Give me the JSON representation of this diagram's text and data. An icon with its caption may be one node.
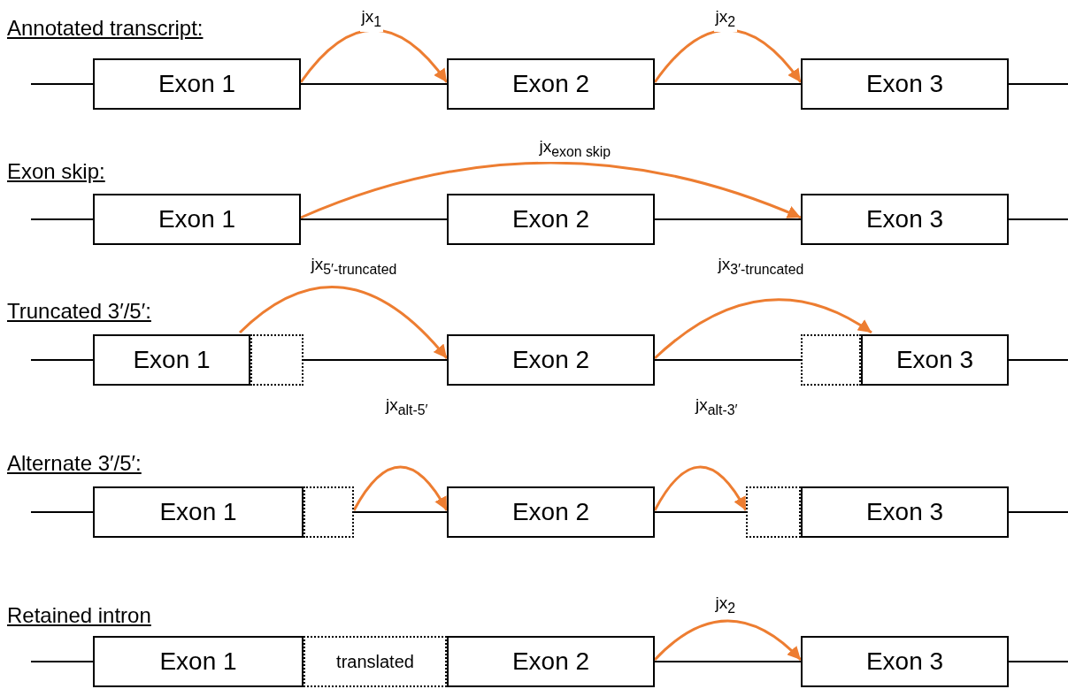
{
  "diagram": {
    "nodes": [
      {
        "text": [
          "Exon 1"
        ]
      },
      {
        "text": [
          "Exon 2"
        ]
      },
      {
        "text": [
          "Exon 3"
        ]
      },
      {
        "text": [
          "Exon 1"
        ]
      },
      {
        "text": [
          "Exon 2"
        ]
      },
      {
        "text": [
          "Exon 3"
        ]
      },
      {
        "text": [
          "Exon 1"
        ]
      },
      {
        "text": [],
        "shape": "box"
      },
      {
        "text": [
          "Exon 2"
        ]
      },
      {
        "text": [],
        "shape": "box"
      },
      {
        "text": [
          "Exon 3"
        ]
      },
      {
        "text": [
          "Exon 1"
        ]
      },
      {
        "text": [],
        "shape": "box"
      },
      {
        "text": [
          "Exon 2"
        ]
      },
      {
        "text": [],
        "shape": "box"
      },
      {
        "text": [
          "Exon 3"
        ]
      },
      {
        "text": [
          "Exon 1"
        ]
      },
      {
        "text": [
          "translated"
        ]
      },
      {
        "text": [
          "Exon 2"
        ]
      },
      {
        "text": [
          "Exon 3"
        ]
      }
    ],
    "edges": [
      {
        "from": null,
        "to": 0,
        "arrow": "none"
      },
      {
        "from": 0,
        "to": 1,
        "arrow": "none"
      },
      {
        "from": 1,
        "to": 2,
        "arrow": "none"
      },
      {
        "from": 2,
        "to": null,
        "arrow": "none"
      },
      {
        "from": 0,
        "to": 1,
        "arrow": "to",
        "label": "jx$_{1}$",
        "color": "#ed7d31"
      },
      {
        "from": 1,
        "to": 2,
        "arrow": "to",
        "label": "jx$_{2}$",
        "color": "#ed7d31"
      },
      {
        "from": null,
        "to": 3,
        "arrow": "none"
      },
      {
        "from": 3,
        "to": 4,
        "arrow": "none"
      },
      {
        "from": 4,
        "to": 5,
        "arrow": "none"
      },
      {
        "from": 5,
        "to": null,
        "arrow": "none"
      },
      {
        "from": 3,
        "to": 5,
        "arrow": "to",
        "label": "jx$_{exon skip}$",
        "color": "#ed7d31"
      },
      {
        "from": null,
        "to": 6,
        "arrow": "none"
      },
      {
        "from": 7,
        "to": 8,
        "arrow": "none"
      },
      {
        "from": 8,
        "to": 9,
        "arrow": "none"
      },
      {
        "from": 10,
        "to": null,
        "arrow": "none"
      },
      {
        "from": 6,
        "to": 8,
        "arrow": "to",
        "label": "jx$_{5′-truncated}$",
        "color": "#ed7d31"
      },
      {
        "from": 8,
        "to": 10,
        "arrow": "to",
        "label": "jx$_{3′-truncated}$",
        "color": "#ed7d31"
      },
      {
        "from": null,
        "to": 11,
        "arrow": "none"
      },
      {
        "from": 12,
        "to": 13,
        "arrow": "none"
      },
      {
        "from": 13,
        "to": 14,
        "arrow": "none"
      },
      {
        "from": 15,
        "to": null,
        "arrow": "none"
      },
      {
        "from": 12,
        "to": 13,
        "arrow": "to",
        "label": "jx$_{alt-5′}$",
        "color": "#ed7d31"
      },
      {
        "from": 13,
        "to": 14,
        "arrow": "to",
        "label": "jx$_{alt-3′}$",
        "color": "#ed7d31"
      },
      {
        "from": null,
        "to": 16,
        "arrow": "none"
      },
      {
        "from": 18,
        "to": 19,
        "arrow": "none"
      },
      {
        "from": 19,
        "to": null,
        "arrow": "none"
      },
      {
        "from": 18,
        "to": 19,
        "arrow": "to",
        "label": "jx$_{2}$",
        "color": "#ed7d31"
      }
    ],
    "labels": [
      "Annotated transcript:",
      "Exon skip:",
      "Truncated 3′/5′:",
      "Alternate 3′/5′:",
      "Retained intron"
    ]
  }
}
